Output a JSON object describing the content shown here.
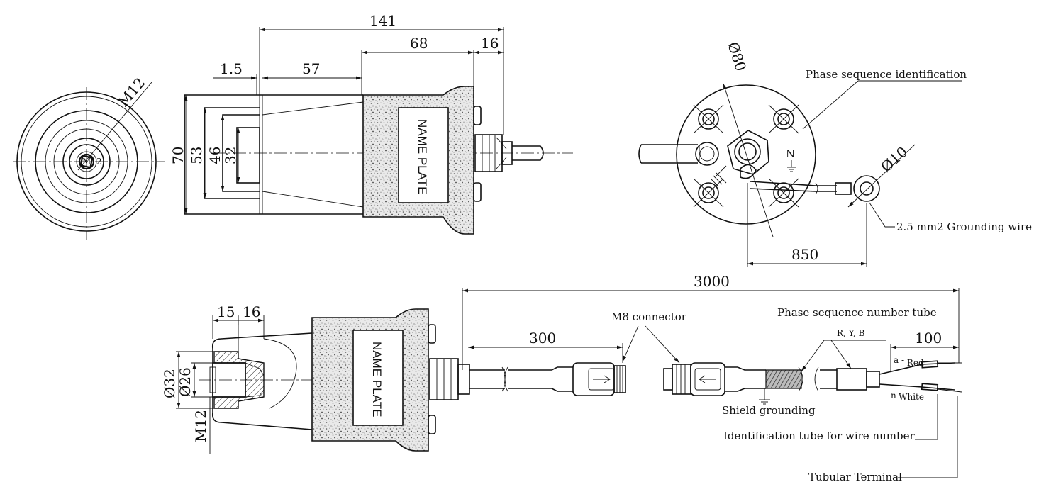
{
  "dimensions": {
    "d141": "141",
    "d68": "68",
    "d16_top": "16",
    "d1_5": "1.5",
    "d57": "57",
    "d70": "70",
    "d53": "53",
    "d46": "46",
    "d32": "32",
    "m12_front": "M12",
    "dia80": "Ø80",
    "dia10": "Ø10",
    "d850": "850",
    "d3000": "3000",
    "d300": "300",
    "d100": "100",
    "d15": "15",
    "d16_bottom": "16",
    "dia32": "Ø32",
    "dia26": "Ø26",
    "m12_section": "M12",
    "m12_small": "M12"
  },
  "labels": {
    "name_plate_top": "NAME PLATE",
    "name_plate_bottom": "NAME PLATE",
    "phase_sequence_identification": "Phase sequence identification",
    "grounding_wire": "2.5 mm2 Grounding wire",
    "neutral_mark": "N",
    "m8_connector": "M8 connector",
    "phase_sequence_number_tube": "Phase sequence number tube",
    "ryb": "R, Y, B",
    "a_prefix": "a - ",
    "red": "Red",
    "n_prefix": "n-",
    "white": "White",
    "shield_grounding": "Shield grounding",
    "identification_tube": "Identification tube for wire number",
    "tubular_terminal": "Tubular Terminal"
  },
  "colors": {
    "line": "#111111",
    "speckle_fill": "#cfcfcf",
    "background": "#ffffff"
  }
}
